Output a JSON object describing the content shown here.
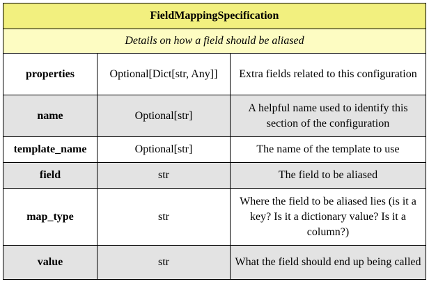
{
  "table": {
    "title": "FieldMappingSpecification",
    "subtitle": "Details on how a field should be aliased",
    "rows": [
      {
        "name": "properties",
        "type": "Optional[Dict[str, Any]]",
        "description": "Extra fields related to this configuration"
      },
      {
        "name": "name",
        "type": "Optional[str]",
        "description": "A helpful name used to identify this section of the configuration"
      },
      {
        "name": "template_name",
        "type": "Optional[str]",
        "description": "The name of the template to use"
      },
      {
        "name": "field",
        "type": "str",
        "description": "The field to be aliased"
      },
      {
        "name": "map_type",
        "type": "str",
        "description": "Where the field to be aliased lies (is it a key? Is it a dictionary value? Is it a column?)"
      },
      {
        "name": "value",
        "type": "str",
        "description": "What the field should end up being called"
      }
    ],
    "colors": {
      "title_bg": "#f2f07f",
      "subtitle_bg": "#fdfcc2",
      "shaded_row_bg": "#e3e3e3"
    }
  }
}
